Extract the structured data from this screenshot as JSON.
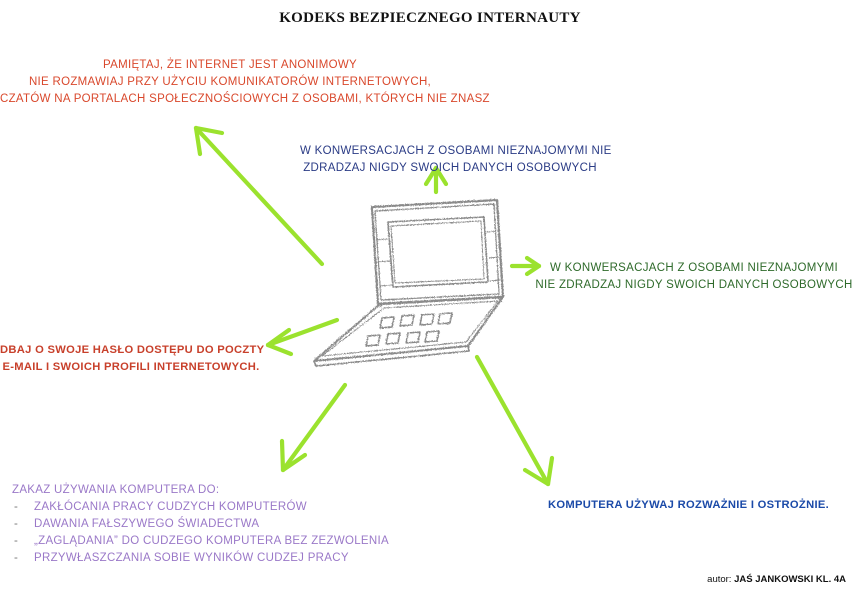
{
  "title": "KODEKS BEZPIECZNEGO INTERNAUTY",
  "top_left": {
    "lines": [
      "PAMIĘTAJ, ŻE INTERNET JEST ANONIMOWY",
      "NIE ROZMAWIAJ PRZY UŻYCIU KOMUNIKATORÓW INTERNETOWYCH,",
      "CZATÓW NA PORTALACH SPOŁECZNOŚCIOWYCH Z OSOBAMI, KTÓRYCH NIE ZNASZ"
    ]
  },
  "top_mid": {
    "lines": [
      "W KONWERSACJACH Z OSOBAMI NIEZNAJOMYMI NIE",
      "ZDRADZAJ NIGDY SWOICH DANYCH OSOBOWYCH"
    ]
  },
  "right": {
    "lines": [
      "W KONWERSACJACH Z OSOBAMI NIEZNAJOMYMI",
      "NIE ZDRADZAJ NIGDY SWOICH DANYCH OSOBOWYCH"
    ]
  },
  "left": {
    "lines": [
      "DBAJ O SWOJE HASŁO DOSTĘPU DO POCZTY",
      "E-MAIL I SWOICH PROFILI INTERNETOWYCH."
    ]
  },
  "bottom_right": {
    "text": "KOMPUTERA UŻYWAJ ROZWAŻNIE I OSTROŻNIE."
  },
  "bottom_left": {
    "heading": "ZAKAZ UŻYWANIA KOMPUTERA DO:",
    "bullet": "-",
    "items": [
      "ZAKŁÓCANIA PRACY CUDZYCH KOMPUTERÓW",
      "DAWANIA FAŁSZYWEGO ŚWIADECTWA",
      "„ZAGLĄDANIA” DO CUDZEGO KOMPUTERA BEZ ZEZWOLENIA",
      "PRZYWŁASZCZANIA SOBIE WYNIKÓW CUDZEJ PRACY"
    ]
  },
  "author": {
    "prefix": "autor:",
    "name": "JAŚ JANKOWSKI KL. 4A"
  },
  "colors": {
    "arrow": "#9be22e",
    "sketch": "#8a8a8a",
    "top_left_text": "#d9482c",
    "top_mid_text": "#2a3b85",
    "right_text": "#2e6a2a",
    "left_text": "#c8402b",
    "bottom_right_text": "#1b4aa8",
    "bottom_left_text": "#9a78c8"
  },
  "icons": {
    "laptop": "laptop-sketch-icon",
    "arrows": "arrow-icon"
  }
}
